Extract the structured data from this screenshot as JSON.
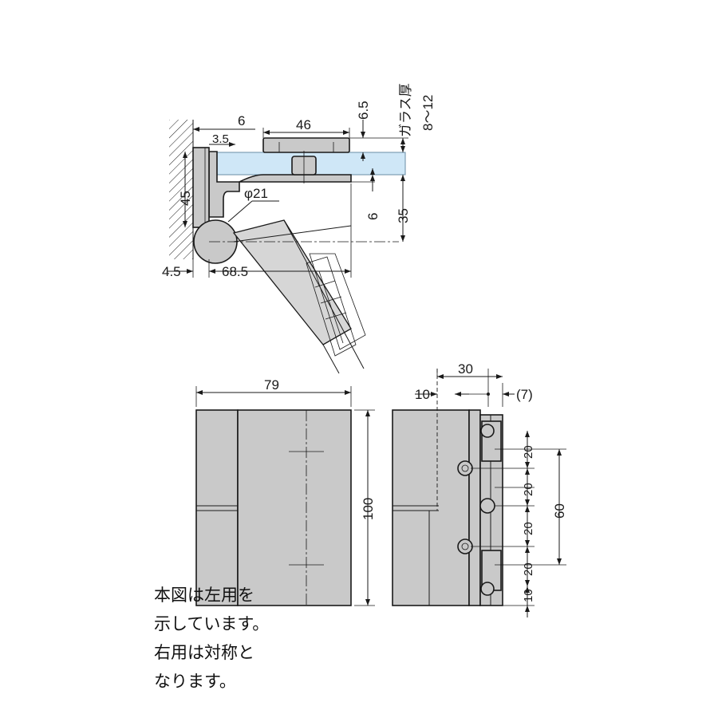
{
  "top_view": {
    "dims": {
      "d6": "6",
      "d3_5": "3.5",
      "d46": "46",
      "d6_5": "6.5",
      "d45": "45",
      "phi21": "φ21",
      "d6_b": "6",
      "d35": "35",
      "d4_5": "4.5",
      "d68_5": "68.5"
    },
    "glass_label": "ガラス厚",
    "glass_range": "8〜12"
  },
  "front_view": {
    "dims": {
      "width": "79",
      "height": "100"
    }
  },
  "side_view": {
    "dims": {
      "d30": "30",
      "d10": "10",
      "d7": "(7)",
      "p1": "20",
      "p2": "20",
      "p3": "20",
      "p4": "20",
      "p5": "10",
      "total": "60"
    }
  },
  "note": {
    "lines": [
      "本図は左用を",
      "示しています。",
      "右用は対称と",
      "なります。"
    ]
  },
  "colors": {
    "part": "#c9c9c9",
    "glass": "#cfe7f7",
    "line": "#1a1a1a"
  }
}
